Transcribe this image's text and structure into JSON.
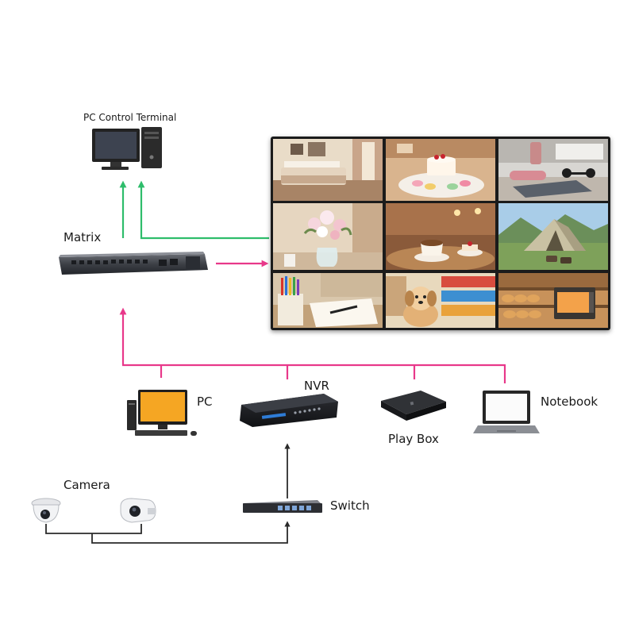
{
  "labels": {
    "pc_control_terminal": "PC Control Terminal",
    "matrix": "Matrix",
    "pc": "PC",
    "nvr": "NVR",
    "play_box": "Play Box",
    "notebook": "Notebook",
    "camera": "Camera",
    "switch": "Switch"
  },
  "colors": {
    "green_line": "#2ebd6b",
    "pink_line": "#e8388a",
    "black_line": "#2a2a2a",
    "monitor_screen": "#f5a623"
  },
  "video_wall": {
    "tiles": [
      {
        "scene": "bedroom"
      },
      {
        "scene": "cake-macarons"
      },
      {
        "scene": "gym-dumbbells"
      },
      {
        "scene": "flower-vase"
      },
      {
        "scene": "cafe-coffee"
      },
      {
        "scene": "camping-tent"
      },
      {
        "scene": "stationery"
      },
      {
        "scene": "puppy-store"
      },
      {
        "scene": "bakery-oven"
      }
    ]
  }
}
